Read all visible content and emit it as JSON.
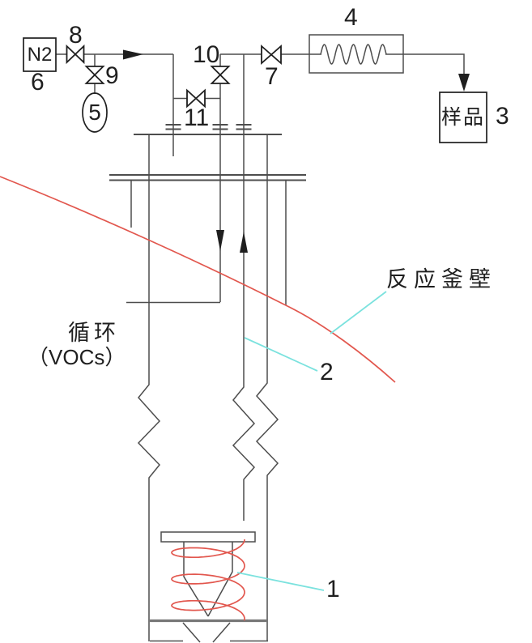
{
  "diagram": {
    "source_labels": {
      "n2": "N2",
      "sample": "样品"
    },
    "annotations": {
      "reactor_wall": "反应釜壁",
      "circulation_line1": "循环",
      "circulation_line2": "（VOCs）"
    },
    "callouts": {
      "c1": "1",
      "c2": "2",
      "c3": "3",
      "c4": "4",
      "c5": "5",
      "c6": "6",
      "c7": "7",
      "c8": "8",
      "c9": "9",
      "c10": "10",
      "c11": "11"
    },
    "colors": {
      "line": "#4d4d4d",
      "symbol": "#1f1f1f",
      "reactor_wall_red": "#e2574e",
      "leader_cyan": "#7be2de"
    }
  }
}
